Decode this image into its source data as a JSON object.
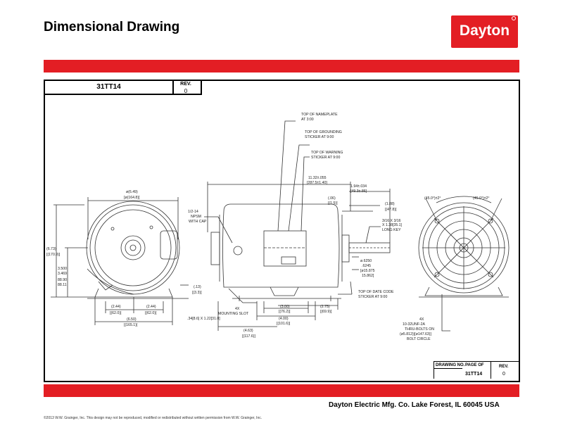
{
  "header": {
    "title": "Dimensional Drawing",
    "logo_text": "Dayton"
  },
  "colors": {
    "brand_red": "#e31e24",
    "line": "#333333"
  },
  "drawing_header": {
    "part_number": "31TT14",
    "rev_label": "REV.",
    "rev_value": "0"
  },
  "front_view": {
    "dia_in": "ø(6.49)",
    "dia_mm": "[ø(164.8)]",
    "height_in": "(6.73)",
    "height_mm": "[(170.9)]",
    "shaft_in_1": "3.500",
    "shaft_in_2": "3.469",
    "shaft_mm_1": "88.90",
    "shaft_mm_2": "88.11",
    "w1_in": "(2.44)",
    "w1_mm": "[(62.0)]",
    "w2_in": "(2.44)",
    "w2_mm": "[(62.0)]",
    "base_in": "(6.50)",
    "base_mm": "[(165.1)]",
    "foot_in": "(.13)",
    "foot_mm": "[(3.3)]"
  },
  "side_view": {
    "nameplate": [
      "TOP OF NAMEPLATE",
      "AT 3:00"
    ],
    "grounding": [
      "TOP OF GROUNDING",
      "STICKER AT 9:00"
    ],
    "warning": [
      "TOP OF WARNING",
      "STICKER AT 9:00"
    ],
    "length_in": "11.32±.055",
    "length_mm": "[287.5±1.40]",
    "shaft_len_in": "1.94±.034",
    "shaft_len_mm": "[49.3±.86]",
    "s1_in": "(.06)",
    "s1_mm": "[(1.5)]",
    "s2_in": "(1.88)",
    "s2_mm": "[(47.8)]",
    "key": [
      "3/16  X  3/16",
      "X  1.38[35.1]",
      "LONG KEY"
    ],
    "conduit": [
      "1/2-14",
      "NPSM",
      "WITH CAP"
    ],
    "shaft_dia": [
      "ø.6250",
      ".6245",
      "[ø15.875",
      "15.862]"
    ],
    "date_code": [
      "TOP OF DATE CODE",
      "STICKER AT 9:00"
    ],
    "slot": [
      "4X",
      "MOUNTING SLOT",
      ".34[8.6]  X  1.22[31.0]"
    ],
    "bs1_in": "(3.00)",
    "bs1_mm": "[(76.2)]",
    "bs2_in": "(4.00)",
    "bs2_mm": "[(101.6)]",
    "ov_in": "(2.75)",
    "ov_mm": "[(69.9)]",
    "b_in": "(4.63)",
    "b_mm": "[(117.6)]"
  },
  "end_view": {
    "angle1": "(45.0°)±2°",
    "angle2": "(45.0°)±2°",
    "bolts": [
      "4X",
      "10-32UNF-2A",
      "THRU-BOLTS ON",
      "(ø5.812)[(ø147.63)]",
      "BOLT CIRCLE"
    ]
  },
  "title_block": {
    "drawing_no_label": "DRAWING NO.",
    "page_label": "PAGE  OF",
    "drawing_no": "31TT14",
    "rev_label": "REV.",
    "rev_value": "0"
  },
  "footer": {
    "company": "Dayton Electric Mfg. Co.  Lake Forest, IL  60045  USA",
    "copyright": "©2013 W.W. Grainger, Inc.   This design may not be reproduced, modified or redistributed without written permission from W.W. Grainger, Inc."
  }
}
